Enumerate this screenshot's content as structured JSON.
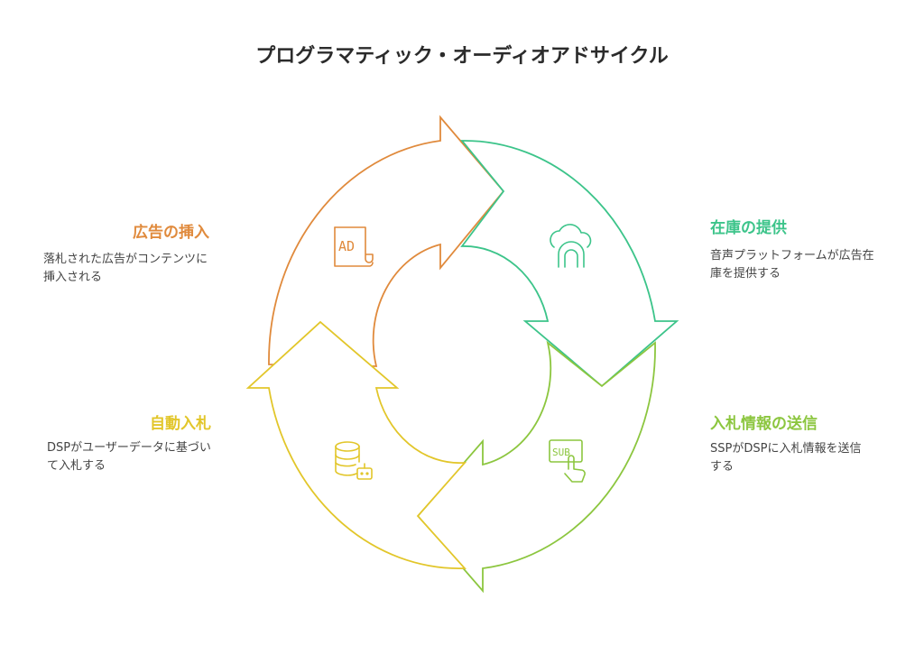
{
  "title": "プログラマティック・オーディオアドサイクル",
  "colors": {
    "insert": "#e08a3c",
    "inventory": "#3cc48a",
    "send": "#8cc63f",
    "bid": "#e2c62a"
  },
  "steps": {
    "insert": {
      "title": "広告の挿入",
      "desc": "落札された広告がコンテンツに挿入される",
      "icon": "ad-document-icon"
    },
    "inventory": {
      "title": "在庫の提供",
      "desc": "音声プラットフォームが広告在庫を提供する",
      "icon": "cloud-arch-icon"
    },
    "send": {
      "title": "入札情報の送信",
      "desc": "SSPがDSPに入札情報を送信する",
      "icon": "sub-tap-icon",
      "icon_text": "SUB"
    },
    "bid": {
      "title": "自動入札",
      "desc": "DSPがユーザーデータに基づいて入札する",
      "icon": "database-robot-icon"
    }
  },
  "icon_labels": {
    "ad": "AD"
  }
}
